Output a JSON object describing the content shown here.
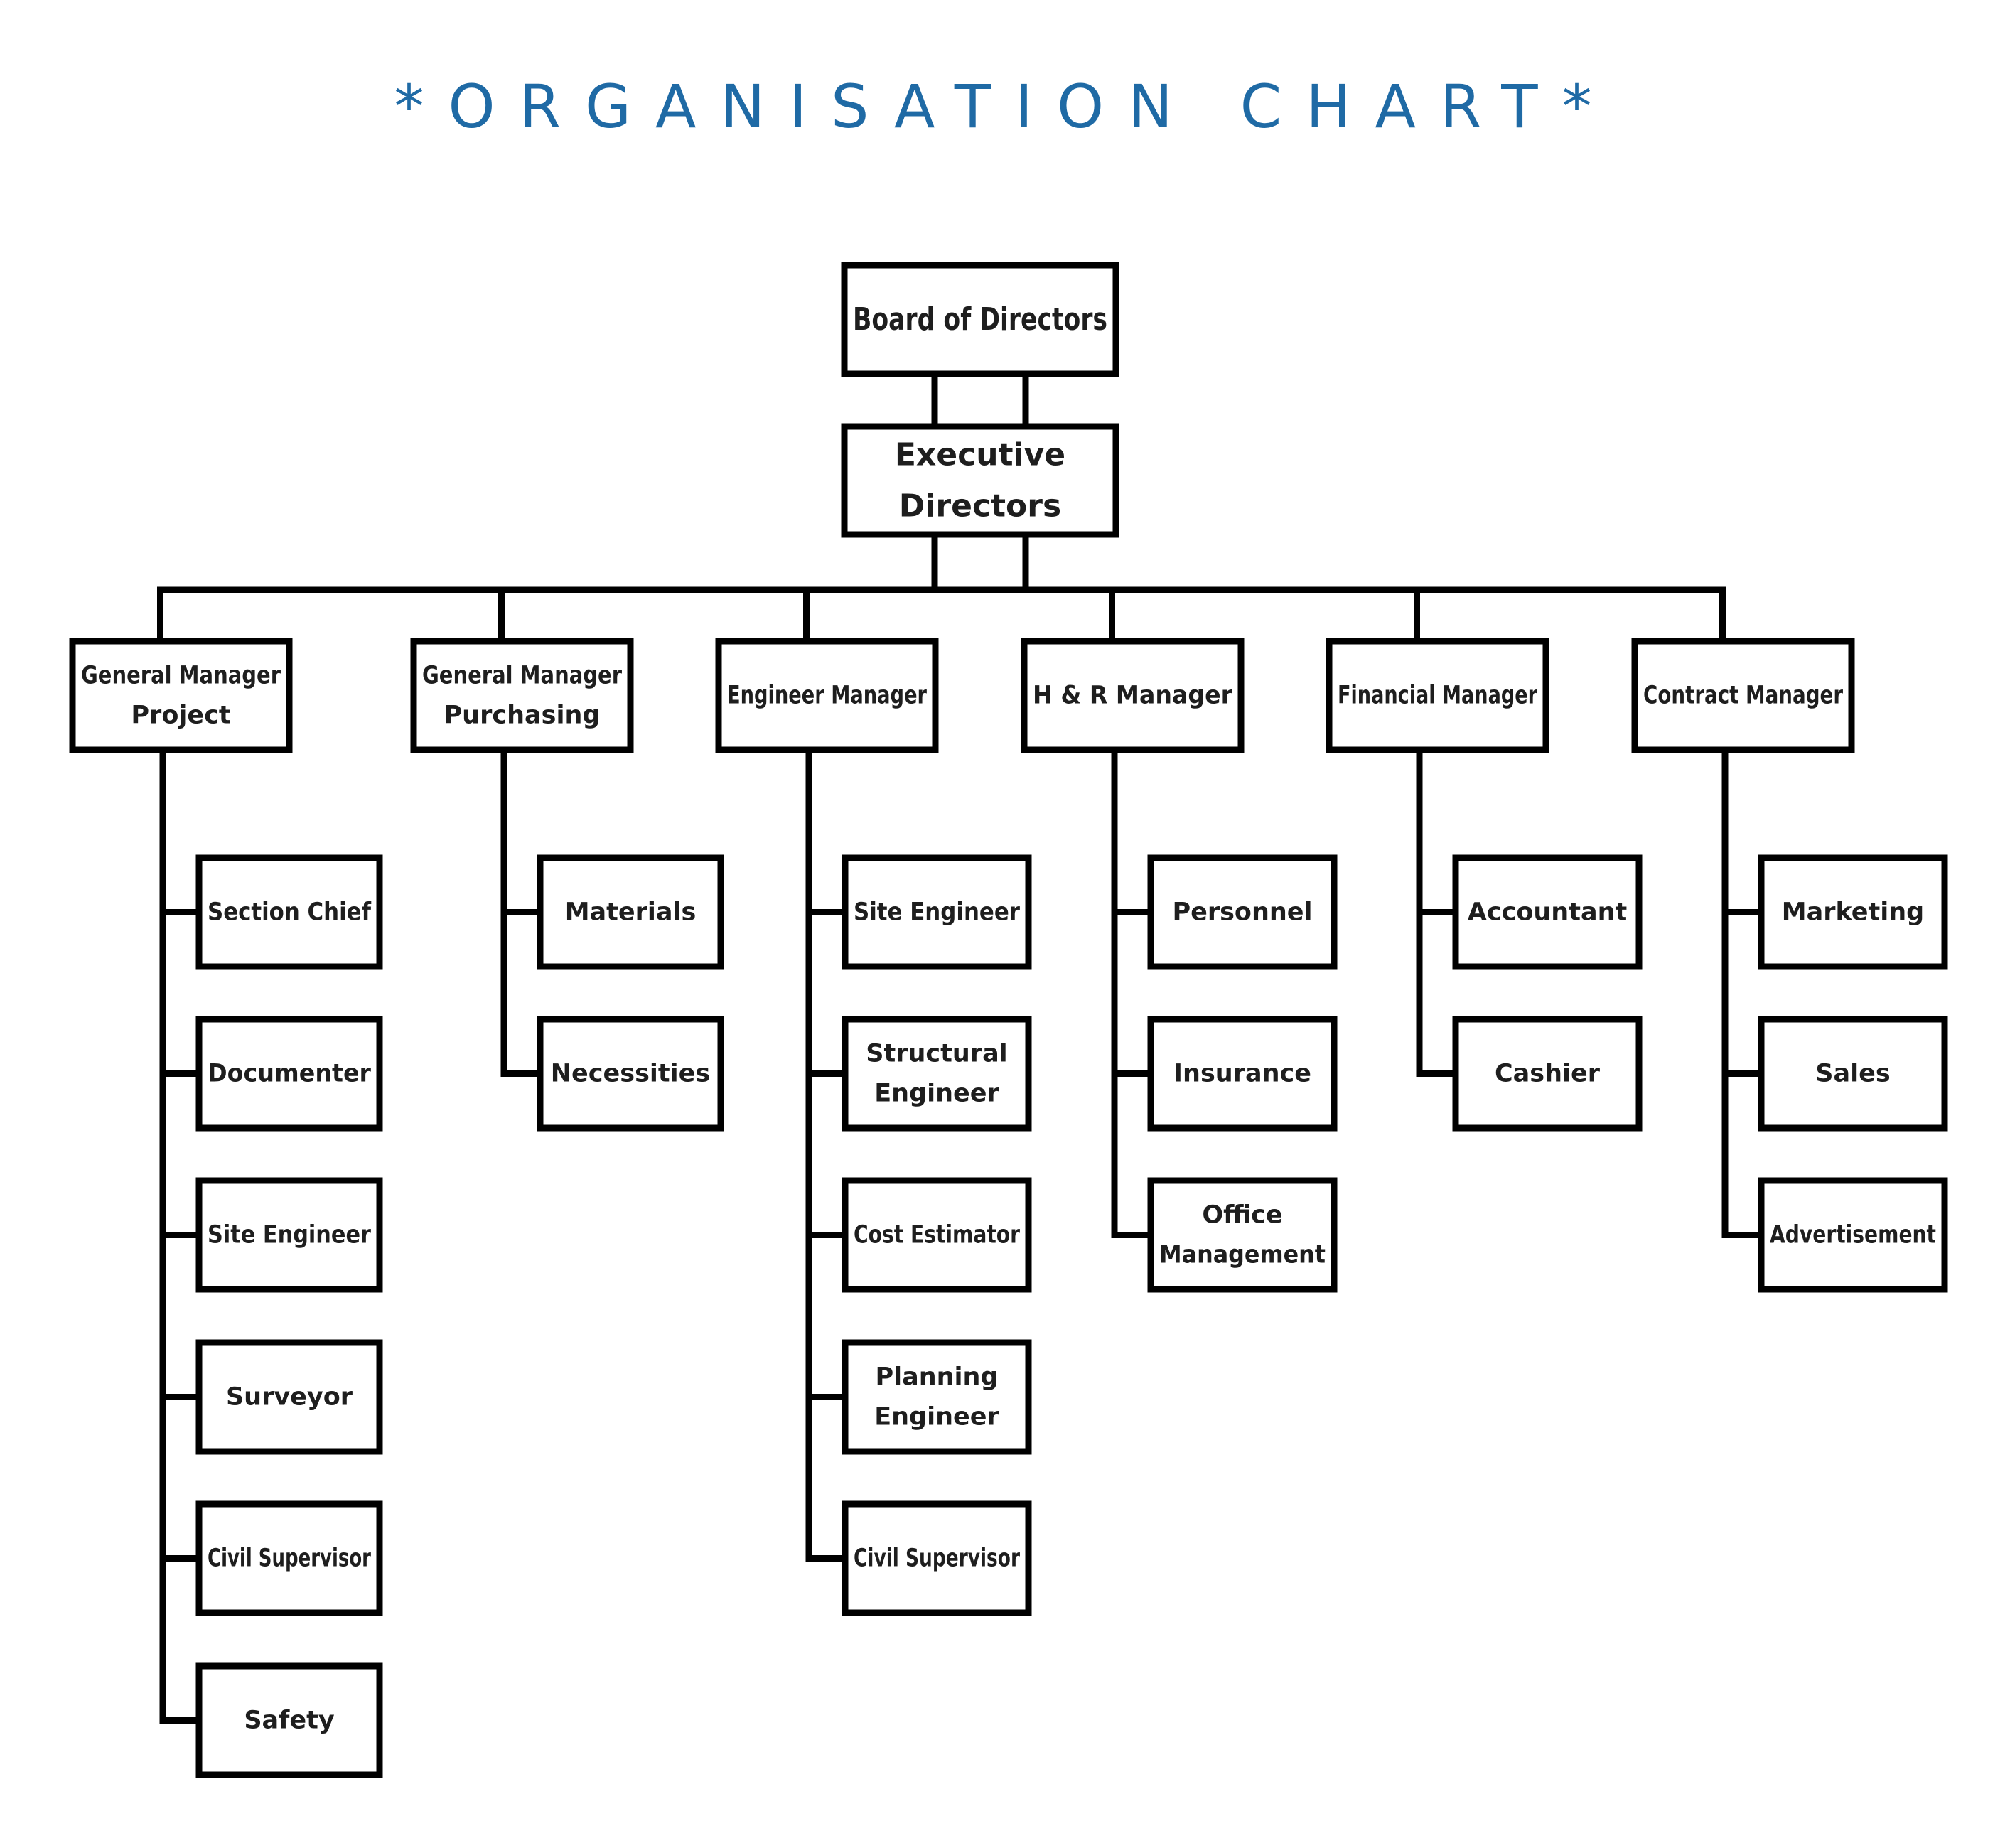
{
  "page": {
    "title": "*ORGANISATION CHART*",
    "title_color": "#1f6aa5"
  },
  "org": {
    "board": "Board of Directors",
    "executive": [
      "Executive",
      "Directors"
    ],
    "departments": [
      {
        "id": "general-manager-project",
        "label": [
          "General Manager",
          "Project"
        ],
        "staff": [
          [
            "Section Chief"
          ],
          [
            "Documenter"
          ],
          [
            "Site Engineer"
          ],
          [
            "Surveyor"
          ],
          [
            "Civil Supervisor"
          ],
          [
            "Safety"
          ]
        ]
      },
      {
        "id": "general-manager-purchasing",
        "label": [
          "General Manager",
          "Purchasing"
        ],
        "staff": [
          [
            "Materials"
          ],
          [
            "Necessities"
          ]
        ]
      },
      {
        "id": "engineer-manager",
        "label": [
          "Engineer Manager"
        ],
        "staff": [
          [
            "Site Engineer"
          ],
          [
            "Structural",
            "Engineer"
          ],
          [
            "Cost Estimator"
          ],
          [
            "Planning",
            "Engineer"
          ],
          [
            "Civil Supervisor"
          ]
        ]
      },
      {
        "id": "h-r-manager",
        "label": [
          "H & R Manager"
        ],
        "staff": [
          [
            "Personnel"
          ],
          [
            "Insurance"
          ],
          [
            "Office",
            "Management"
          ]
        ]
      },
      {
        "id": "financial-manager",
        "label": [
          "Financial Manager"
        ],
        "staff": [
          [
            "Accountant"
          ],
          [
            "Cashier"
          ]
        ]
      },
      {
        "id": "contract-manager",
        "label": [
          "Contract Manager"
        ],
        "staff": [
          [
            "Marketing"
          ],
          [
            "Sales"
          ],
          [
            "Advertisement"
          ]
        ]
      }
    ]
  }
}
